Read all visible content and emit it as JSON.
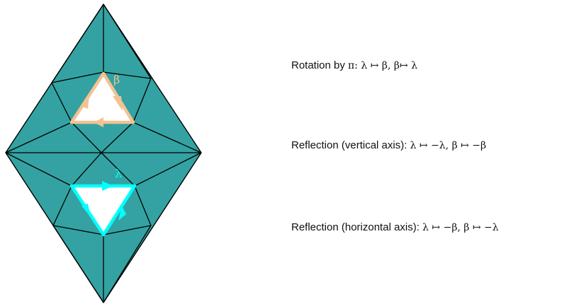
{
  "colors": {
    "fill": "#34a2a2",
    "edge": "#000000",
    "beta_loop": "#f3c291",
    "lambda_loop": "#00ffff",
    "hole": "#ffffff"
  },
  "diagram": {
    "beta_label": "β",
    "lambda_label": "λ"
  },
  "captions": {
    "rotation": {
      "prefix": "Rotation by ",
      "formula": "π:  λ ↦ β, β↦ λ"
    },
    "vertical": {
      "prefix": "Reflection (vertical axis): ",
      "formula": "λ ↦ −λ,  β ↦  −β"
    },
    "horizontal": {
      "prefix": "Reflection (horizontal axis): ",
      "formula": "λ ↦ −β, β ↦ −λ"
    }
  }
}
